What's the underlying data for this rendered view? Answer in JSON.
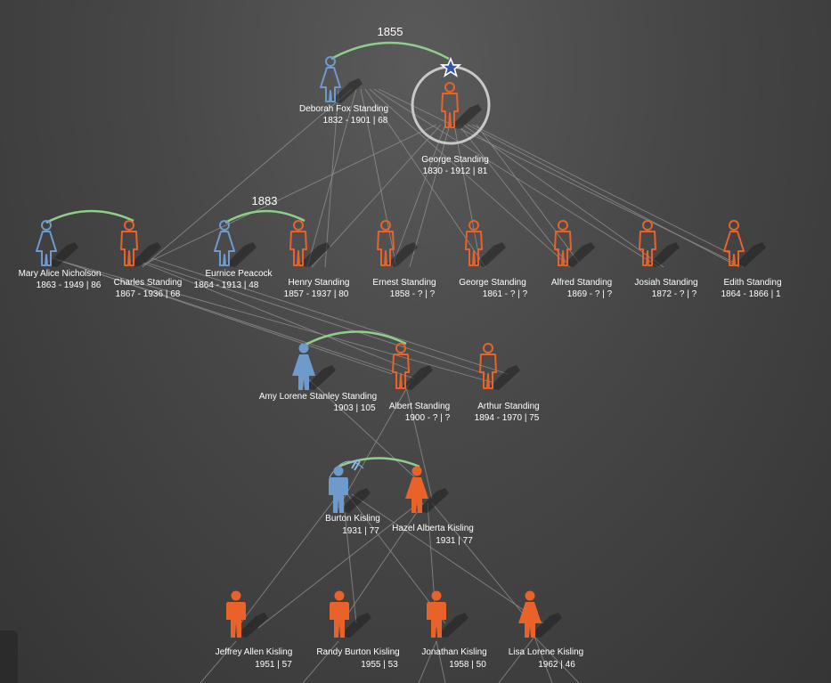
{
  "colors": {
    "male": "#e8622a",
    "female_outline": "#6f9bcc",
    "female_fill": "#6f9bcc",
    "marriage": "#8fcf8a",
    "link": "#8f8f8f",
    "highlight_ring": "#c8c8c8",
    "star": "#3355aa"
  },
  "marriages": [
    {
      "year": "1855"
    },
    {
      "year": "1883"
    }
  ],
  "people": [
    {
      "id": "deborah",
      "name": "Deborah Fox Standing",
      "dates": "1832 - 1901 | 68"
    },
    {
      "id": "george_sr",
      "name": "George Standing",
      "dates": "1830 - 1912 | 81"
    },
    {
      "id": "mary",
      "name": "Mary Alice Nicholson",
      "dates": "1863 - 1949 | 86"
    },
    {
      "id": "charles",
      "name": "Charles Standing",
      "dates": "1867 - 1936 | 68"
    },
    {
      "id": "eurnice",
      "name": "Eurnice Peacock",
      "dates": "1864 - 1913 | 48"
    },
    {
      "id": "henry",
      "name": "Henry Standing",
      "dates": "1857 - 1937 | 80"
    },
    {
      "id": "ernest",
      "name": "Ernest Standing",
      "dates": "1858 - ? | ?"
    },
    {
      "id": "george_jr",
      "name": "George  Standing",
      "dates": "1861 - ? | ?"
    },
    {
      "id": "alfred",
      "name": "Alfred Standing",
      "dates": "1869 - ? | ?"
    },
    {
      "id": "josiah",
      "name": "Josiah Standing",
      "dates": "1872 - ? | ?"
    },
    {
      "id": "edith",
      "name": "Edith Standing",
      "dates": "1864 - 1866 | 1"
    },
    {
      "id": "amy",
      "name": "Amy Lorene Stanley Standing",
      "dates": "1903 | 105"
    },
    {
      "id": "albert",
      "name": "Albert Standing",
      "dates": "1900 - ? | ?"
    },
    {
      "id": "arthur",
      "name": "Arthur Standing",
      "dates": "1894 - 1970 | 75"
    },
    {
      "id": "burton",
      "name": "Burton Kisling",
      "dates": "1931 | 77"
    },
    {
      "id": "hazel",
      "name": "Hazel Alberta Kisling",
      "dates": "1931 | 77"
    },
    {
      "id": "jeffrey",
      "name": "Jeffrey Allen Kisling",
      "dates": "1951 | 57"
    },
    {
      "id": "randy",
      "name": "Randy Burton Kisling",
      "dates": "1955 | 53"
    },
    {
      "id": "jonathan",
      "name": "Jonathan Kisling",
      "dates": "1958 | 50"
    },
    {
      "id": "lisa",
      "name": "Lisa Lorene Kisling",
      "dates": "1962 | 46"
    }
  ]
}
